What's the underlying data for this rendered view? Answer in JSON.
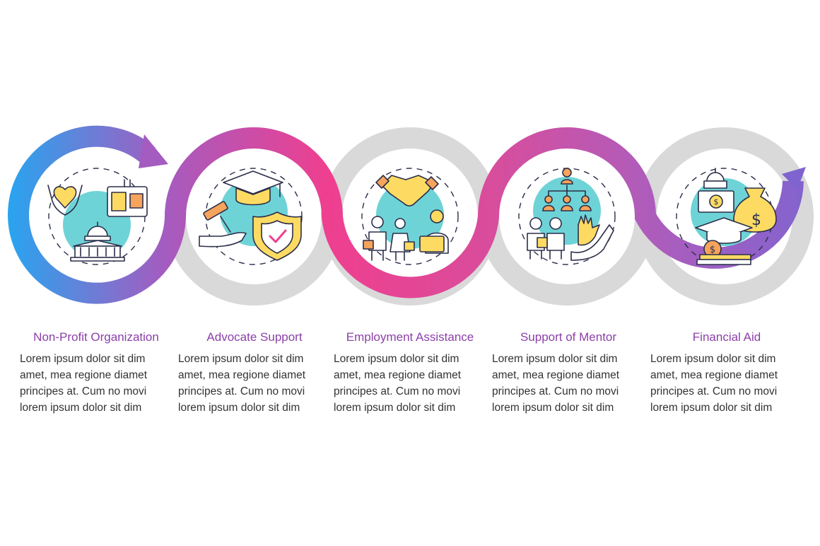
{
  "colors": {
    "ribbon_blue": "#22a8f2",
    "ribbon_purple": "#a45cc0",
    "ribbon_pink": "#ef3f8f",
    "ribbon_violet": "#7f64d0",
    "gray_ring": "#d9d9d9",
    "teal_blob": "#6ed3d6",
    "icon_yellow": "#fddb63",
    "icon_orange": "#f6a35b",
    "title_color": "#8b3fa8",
    "body_color": "#333333"
  },
  "steps": [
    {
      "title": "Non-Profit Organization",
      "body": "Lorem ipsum dolor sit dim amet, mea regione diamet principes at. Cum no movi lorem ipsum dolor sit dim",
      "icon": "nonprofit-icon"
    },
    {
      "title": "Advocate Support",
      "body": "Lorem ipsum dolor sit dim amet, mea regione diamet principes at. Cum no movi lorem ipsum dolor sit dim",
      "icon": "advocate-icon"
    },
    {
      "title": "Employment Assistance",
      "body": "Lorem ipsum dolor sit dim amet, mea regione diamet principes at. Cum no movi lorem ipsum dolor sit dim",
      "icon": "employment-icon"
    },
    {
      "title": "Support of Mentor",
      "body": "Lorem ipsum dolor sit dim amet, mea regione diamet principes at. Cum no movi lorem ipsum dolor sit dim",
      "icon": "mentor-icon"
    },
    {
      "title": "Financial Aid",
      "body": "Lorem ipsum dolor sit dim amet, mea regione diamet principes at. Cum no movi lorem ipsum dolor sit dim",
      "icon": "financial-aid-icon"
    }
  ]
}
